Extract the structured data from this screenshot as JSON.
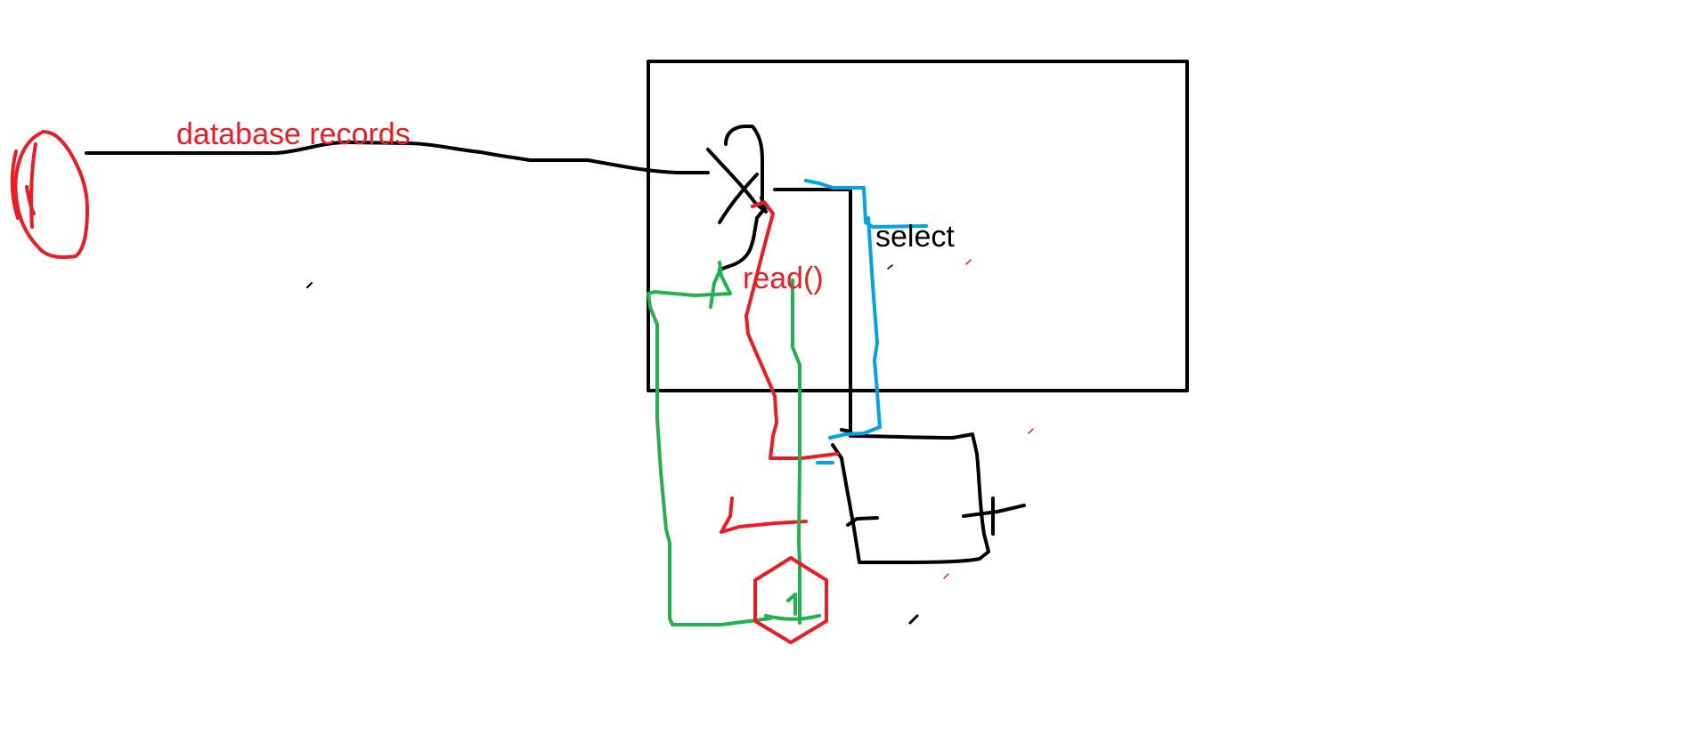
{
  "labels": {
    "database_records": "database records",
    "read_call": "read()",
    "select": "select"
  },
  "colors": {
    "black": "#000000",
    "red": "#ed1c24",
    "green": "#22b14c",
    "blue": "#00a2e8",
    "background": "#ffffff"
  }
}
